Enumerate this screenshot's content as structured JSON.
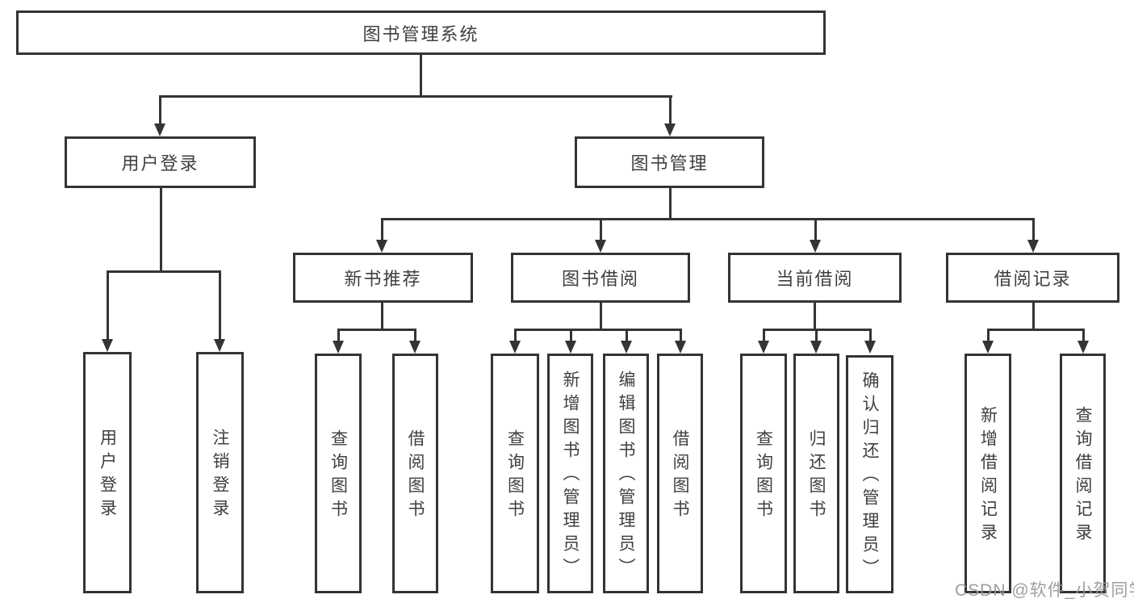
{
  "diagram": {
    "title": "图书管理系统",
    "watermark": "CSDN @软件_小贺同学",
    "colors": {
      "line": "#343434",
      "border": "#343434",
      "text": "#3f3f3f",
      "watermark": "#9a9a9a",
      "background": "#ffffff"
    },
    "nodes": {
      "system": "图书管理系统",
      "user_login": "用户登录",
      "book_mgmt": "图书管理",
      "new_book_rec": "新书推荐",
      "book_borrow": "图书借阅",
      "current_borrow": "当前借阅",
      "borrow_records": "借阅记录",
      "login_leaf": "用户登录",
      "logout_leaf": "注销登录",
      "rec_query_books": "查询图书",
      "rec_borrow_books": "借阅图书",
      "borrow_query_books": "查询图书",
      "borrow_add_books": "新增图书（管理员）",
      "borrow_edit_books": "编辑图书（管理员）",
      "borrow_borrow_books": "借阅图书",
      "current_query_books": "查询图书",
      "current_return_books": "归还图书",
      "current_confirm_return": "确认归还（管理员）",
      "records_add_record": "新增借阅记录",
      "records_query_record": "查询借阅记录"
    },
    "structure": {
      "system": [
        "user_login",
        "book_mgmt"
      ],
      "user_login": [
        "login_leaf",
        "logout_leaf"
      ],
      "book_mgmt": [
        "new_book_rec",
        "book_borrow",
        "current_borrow",
        "borrow_records"
      ],
      "new_book_rec": [
        "rec_query_books",
        "rec_borrow_books"
      ],
      "book_borrow": [
        "borrow_query_books",
        "borrow_add_books",
        "borrow_edit_books",
        "borrow_borrow_books"
      ],
      "current_borrow": [
        "current_query_books",
        "current_return_books",
        "current_confirm_return"
      ],
      "borrow_records": [
        "records_add_record",
        "records_query_record"
      ]
    }
  }
}
